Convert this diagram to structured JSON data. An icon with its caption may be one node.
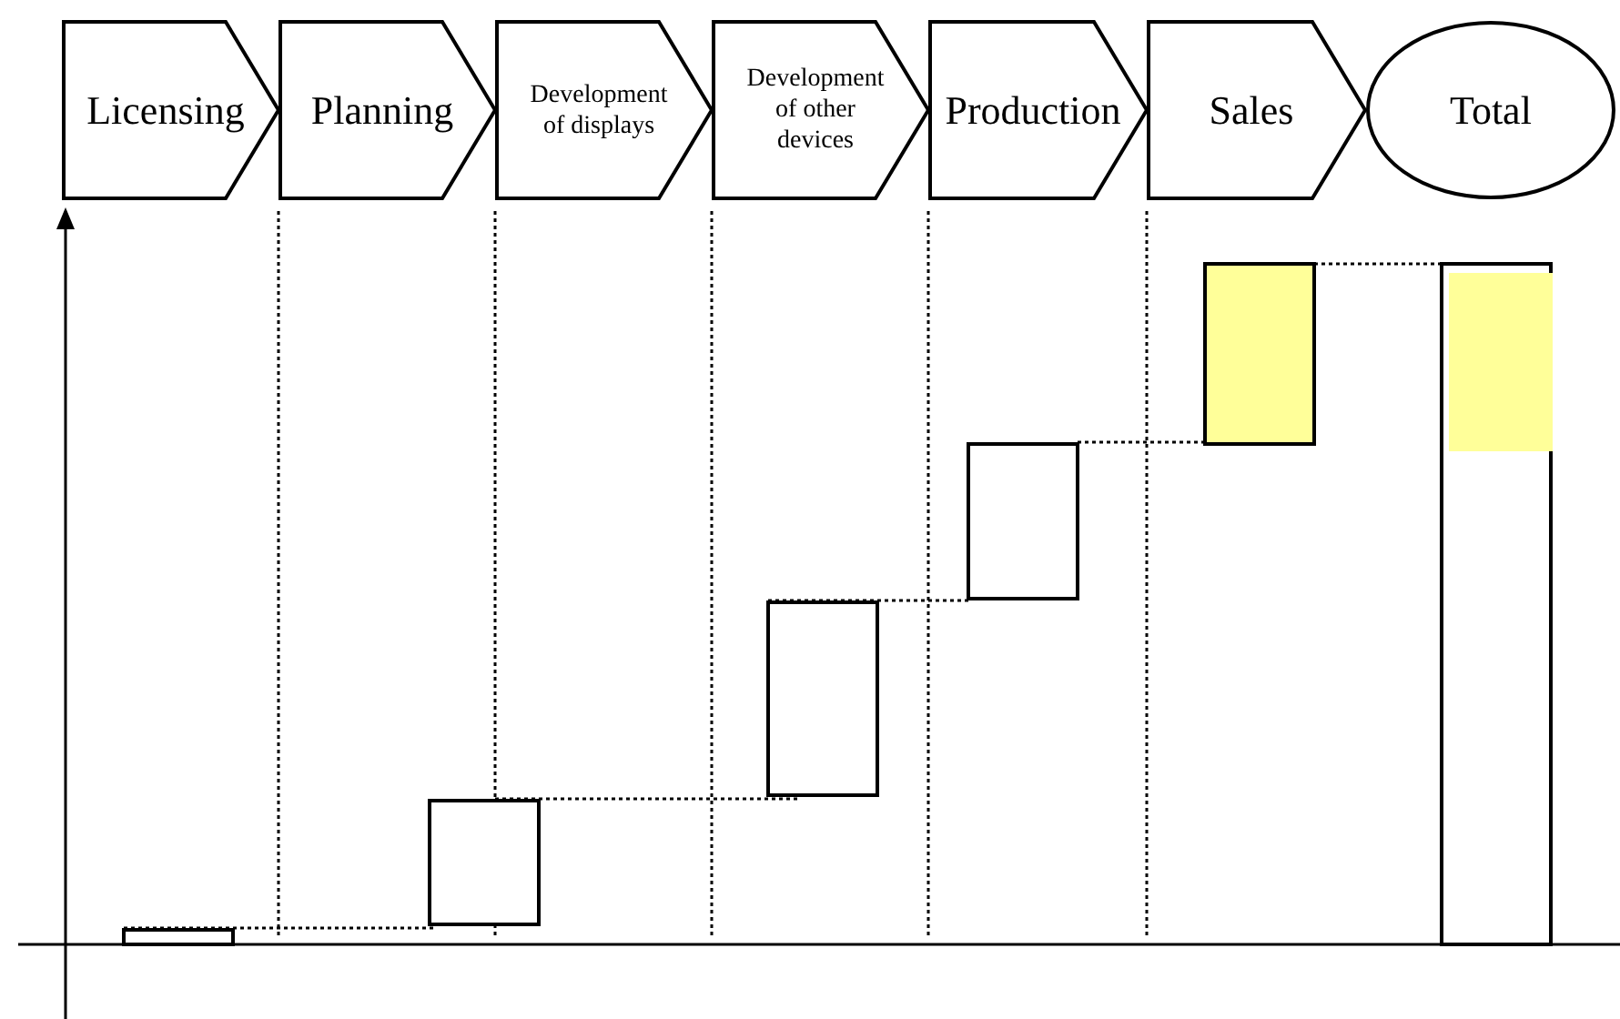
{
  "diagram": {
    "nodes": [
      {
        "text": [
          "Licensing"
        ]
      },
      {
        "text": [
          "Planning"
        ]
      },
      {
        "text": [
          "Development of displays"
        ]
      },
      {
        "text": [
          "Development of other devices"
        ]
      },
      {
        "text": [
          "Production"
        ]
      },
      {
        "text": [
          "Sales"
        ]
      },
      {
        "text": [
          "Total"
        ]
      }
    ]
  }
}
